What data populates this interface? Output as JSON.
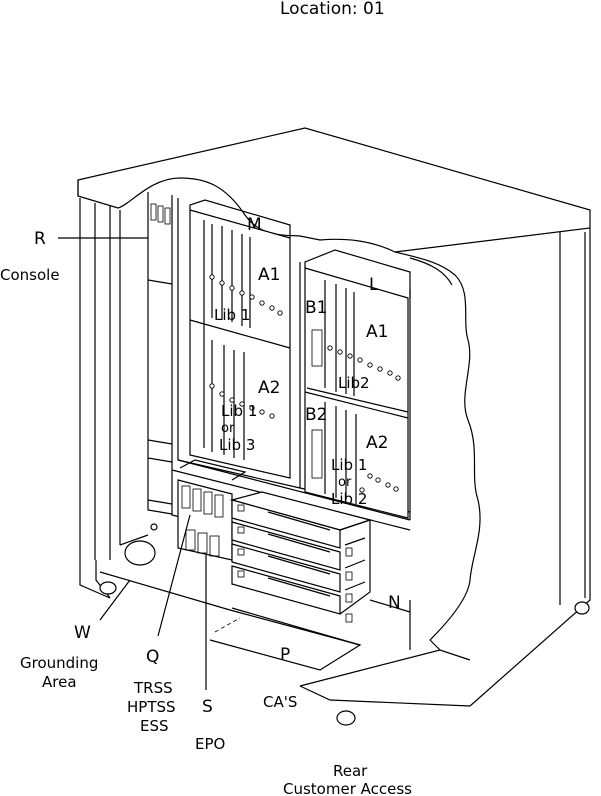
{
  "header": {
    "location": "Location: 01"
  },
  "callouts": {
    "R": "R",
    "console": "Console",
    "M": "M",
    "L": "L",
    "A1_left": "A1",
    "lib1_left": "Lib 1",
    "A2_left": "A2",
    "lib_left_a": "Lib 1",
    "lib_left_or": "or",
    "lib_left_b": "Lib 3",
    "B1": "B1",
    "A1_right": "A1",
    "lib2_right": "Lib2",
    "B2": "B2",
    "A2_right": "A2",
    "lib_right_a": "Lib 1",
    "lib_right_or": "or",
    "lib_right_b": "Lib 2",
    "N": "N",
    "W": "W",
    "grounding_1": "Grounding",
    "grounding_2": "Area",
    "Q": "Q",
    "trss_1": "TRSS",
    "trss_2": "HPTSS",
    "trss_3": "ESS",
    "S": "S",
    "EPO": "EPO",
    "P": "P",
    "cas": "CA'S",
    "rear_1": "Rear",
    "rear_2": "Customer Access"
  }
}
